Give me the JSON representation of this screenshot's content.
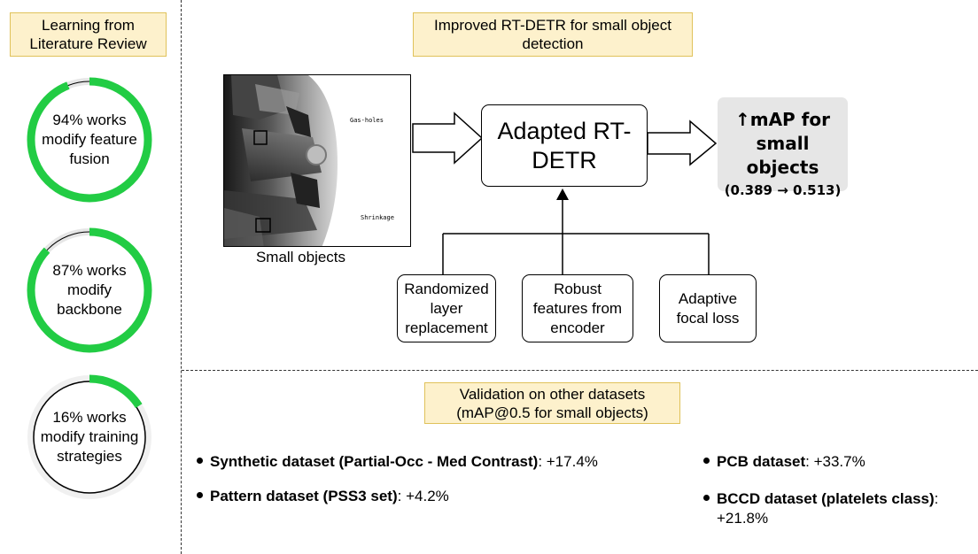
{
  "left_panel": {
    "title": "Learning from Literature Review",
    "stats": [
      {
        "text": "94% works modify feature fusion",
        "fraction": 0.94
      },
      {
        "text": "87% works modify backbone",
        "fraction": 0.87
      },
      {
        "text": "16% works modify training strategies",
        "fraction": 0.16
      }
    ]
  },
  "top_panel": {
    "title": "Improved RT-DETR for small object detection",
    "image": {
      "caption": "Small objects",
      "label_1": "Gas-holes",
      "label_2": "Shrinkage"
    },
    "model_box": "Adapted RT-DETR",
    "result": {
      "line1": "↑mAP for",
      "line2": "small objects",
      "line3": "(0.389 → 0.513)"
    },
    "components": [
      "Randomized layer replacement",
      "Robust features from encoder",
      "Adaptive focal loss"
    ]
  },
  "bottom_panel": {
    "title_line1": "Validation on other datasets",
    "title_line2": "(mAP@0.5 for small objects)",
    "results": [
      {
        "name": "Synthetic dataset (Partial-Occ - Med Contrast)",
        "value": ": +17.4%"
      },
      {
        "name": "Pattern dataset (PSS3 set)",
        "value": ": +4.2%"
      },
      {
        "name": "PCB dataset",
        "value": ": +33.7%"
      },
      {
        "name": "BCCD dataset (platelets class)",
        "value": ":"
      },
      {
        "name": "",
        "value": "+21.8%"
      }
    ]
  },
  "colors": {
    "accent": "#22cc44",
    "note_bg": "#fdf1cc",
    "result_bg": "#e6e6e6"
  }
}
